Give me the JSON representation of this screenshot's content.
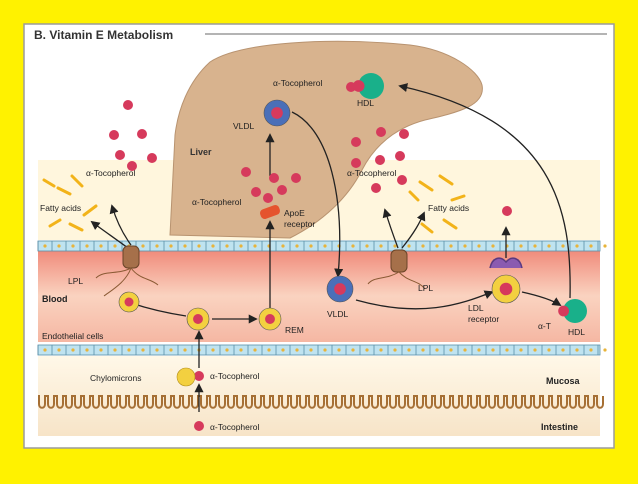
{
  "title": "B. Vitamin E Metabolism",
  "labels": {
    "liver": "Liver",
    "blood": "Blood",
    "endothelial": "Endothelial cells",
    "mucosa": "Mucosa",
    "intestine": "Intestine",
    "alpha_tocopherol": "α-Tocopherol",
    "alpha_t": "α-T",
    "hdl": "HDL",
    "vldl": "VLDL",
    "rem": "REM",
    "lpl": "LPL",
    "fatty_acids": "Fatty acids",
    "apoe_line1": "ApoE",
    "apoe_line2": "receptor",
    "ldl_line1": "LDL",
    "ldl_line2": "receptor",
    "chylomicrons": "Chylomicrons"
  },
  "colors": {
    "page_bg": "#FFF200",
    "liver": "#D9B38C",
    "blood": "#F6C4A8",
    "tocopherol": "#D63A5C",
    "vldl": "#4A6FB8",
    "hdl": "#19B08A",
    "chylomicron": "#F3D040",
    "fatty_acid": "#F2B319",
    "apoe": "#E5542E"
  }
}
